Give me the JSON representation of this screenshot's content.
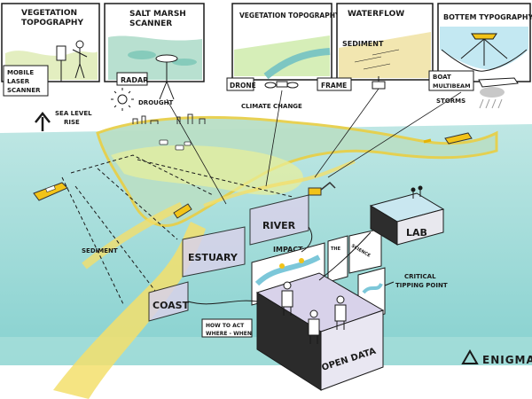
{
  "panels": [
    {
      "title_line1": "VEGETATION",
      "title_line2": "TOPOGRAPHY",
      "tag_line1": "MOBILE",
      "tag_line2": "LASER",
      "tag_line3": "SCANNER"
    },
    {
      "title_line1": "SALT MARSH",
      "title_line2": "SCANNER",
      "tag_line1": "RADAR"
    },
    {
      "title_line1": "VEGETATION TOPOGRAPHY",
      "tag_line1": "DRONE"
    },
    {
      "title_line1": "WATERFLOW",
      "title_line2": "SEDIMENT",
      "tag_line1": "FRAME"
    },
    {
      "title_line1": "BOTTEM TYPOGRAPHY",
      "tag_line1": "BOAT",
      "tag_line2": "MULTIBEAM"
    }
  ],
  "threats": {
    "sea_level_line1": "SEA LEVEL",
    "sea_level_line2": "RISE",
    "drought": "DROUGHT",
    "climate_change": "CLIMATE CHANGE",
    "storms": "STORMS"
  },
  "landscape": {
    "sediment": "SEDIMENT",
    "estuary": "ESTUARY",
    "river": "RIVER",
    "coast": "COAST",
    "impact": "IMPACT",
    "lab": "LAB"
  },
  "analysis": {
    "critical_line1": "CRITICAL",
    "critical_line2": "TIPPING POINT",
    "howto_line1": "HOW TO ACT",
    "howto_line2": "WHERE - WHEN",
    "open_data": "OPEN DATA",
    "screen_a": "THE",
    "screen_b": "SCIENCE"
  },
  "brand": {
    "name": "ENIGMA"
  },
  "colors": {
    "sea": "#9fdad8",
    "sand": "#f3df6c",
    "marsh": "#8ec9a8",
    "ink": "#1a1a1a",
    "box": "#d8d2ea"
  }
}
